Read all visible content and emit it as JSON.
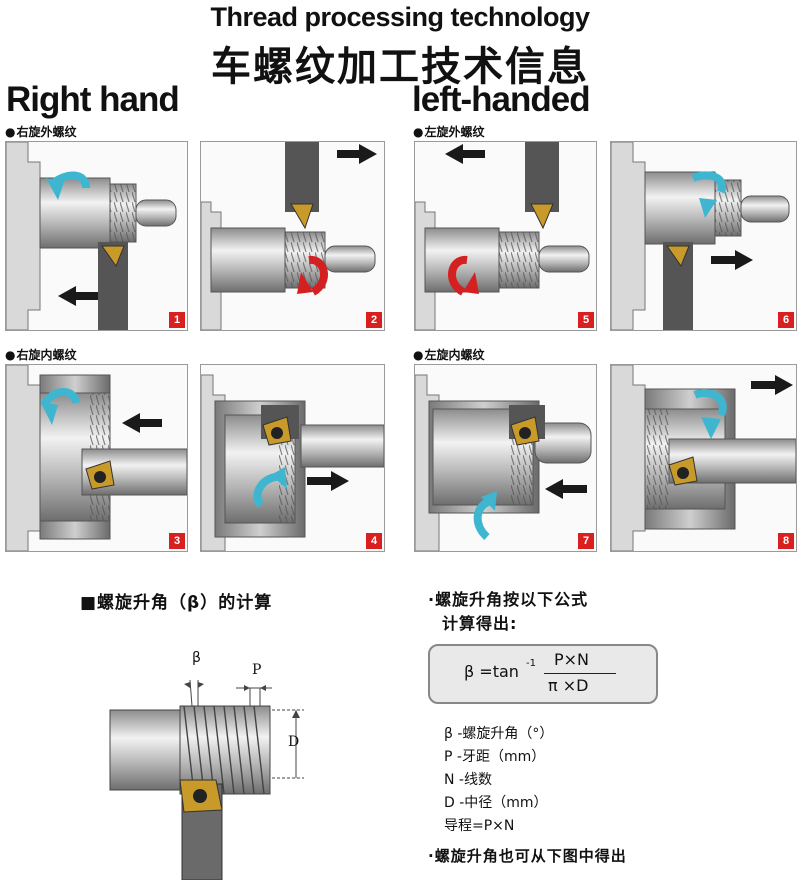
{
  "title_en": "Thread processing technology",
  "title_cn": "车螺纹加工技术信息",
  "right_hand": "Right hand",
  "left_hand": "left-handed",
  "sub_labels": {
    "right_external": "右旋外螺纹",
    "left_external": "左旋外螺纹",
    "right_internal": "右旋内螺纹",
    "left_internal": "左旋内螺纹"
  },
  "panels": [
    "1",
    "2",
    "3",
    "4",
    "5",
    "6",
    "7",
    "8"
  ],
  "helix_section": {
    "heading": "■螺旋升角（β）的计算",
    "beta_label": "β",
    "p_label": "P",
    "d_label": "D"
  },
  "formula_intro": [
    "·螺旋升角按以下公式",
    "计算得出:"
  ],
  "formula": {
    "lhs": "β =tan",
    "sup": "-1",
    "numerator": "P×N",
    "denominator": "π ×D"
  },
  "legend": [
    "β -螺旋升角（°）",
    "P -牙距（mm）",
    "N -线数",
    "D -中径（mm）",
    "导程=P×N"
  ],
  "footer_note": "·螺旋升角也可从下图中得出",
  "colors": {
    "badge": "#d82020",
    "arrow_cyan": "#3fb6d0",
    "arrow_red": "#d42020",
    "insert_gold": "#c79a2a"
  }
}
